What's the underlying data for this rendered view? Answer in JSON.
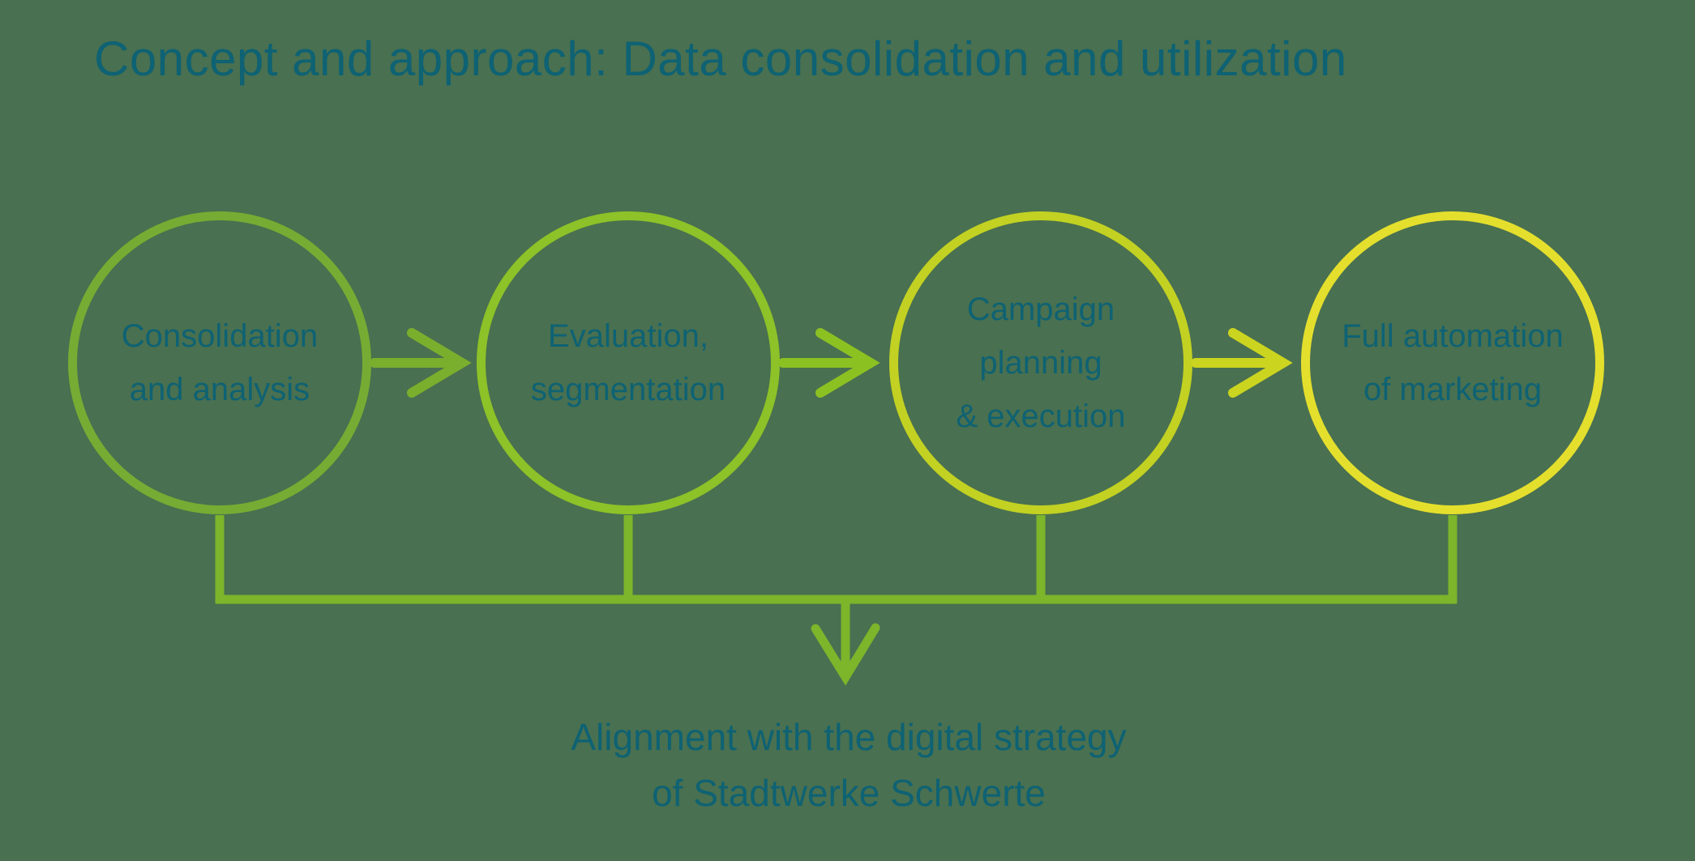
{
  "title": "Concept and approach: Data consolidation and utilization",
  "colors": {
    "background": "#497050",
    "text": "#0E6273",
    "connector": "#7DB52B",
    "arrow_1": "#79AF2D",
    "arrow_2": "#8CC122",
    "arrow_3": "#CBD41F"
  },
  "steps": [
    {
      "label": "Consolidation\nand analysis",
      "color": "#76AC33"
    },
    {
      "label": "Evaluation,\nsegmentation",
      "color": "#8DC228"
    },
    {
      "label": "Campaign\nplanning\n& execution",
      "color": "#C2D122"
    },
    {
      "label": "Full automation\nof marketing",
      "color": "#E4DF2D"
    }
  ],
  "caption": "Alignment with the digital strategy\nof Stadtwerke Schwerte"
}
